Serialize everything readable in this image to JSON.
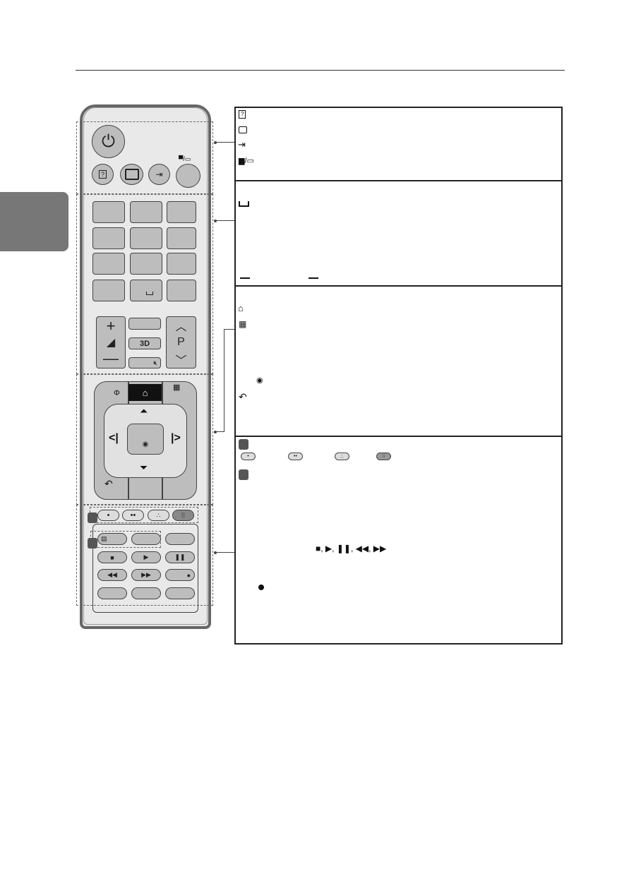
{
  "remote": {
    "p_label": "P",
    "three_d_label": "3D",
    "icons": [
      "power-icon",
      "info-icon",
      "ratio-icon",
      "input-icon",
      "tv-radio-icon",
      "space-icon",
      "volume-icon",
      "mute-icon",
      "channel-up-icon",
      "channel-down-icon",
      "q-menu-icon",
      "home-icon",
      "smart-grid-icon",
      "nav-up-icon",
      "nav-left-icon",
      "nav-right-icon",
      "nav-down-icon",
      "ok-icon",
      "back-icon",
      "red-button",
      "green-button",
      "yellow-button",
      "blue-button",
      "subtitle-icon",
      "stop-icon",
      "play-icon",
      "pause-icon",
      "rewind-icon",
      "fast-forward-icon",
      "record-icon"
    ]
  },
  "legend": {
    "playback_separator": ", ",
    "icons": [
      "info-icon",
      "ratio-icon",
      "input-icon",
      "tv-radio-icon",
      "space-icon",
      "arrow-left-icon",
      "arrow-right-icon",
      "home-icon",
      "grid-icon",
      "ok-icon",
      "back-icon",
      "marker-1",
      "marker-2",
      "color-buttons",
      "stop",
      "play",
      "pause",
      "rewind",
      "fast-forward",
      "record"
    ]
  },
  "colors": {
    "tab": "#777777",
    "button": "#bdbdbd",
    "remote_body": "#e9e9e9",
    "marker": "#555555"
  }
}
